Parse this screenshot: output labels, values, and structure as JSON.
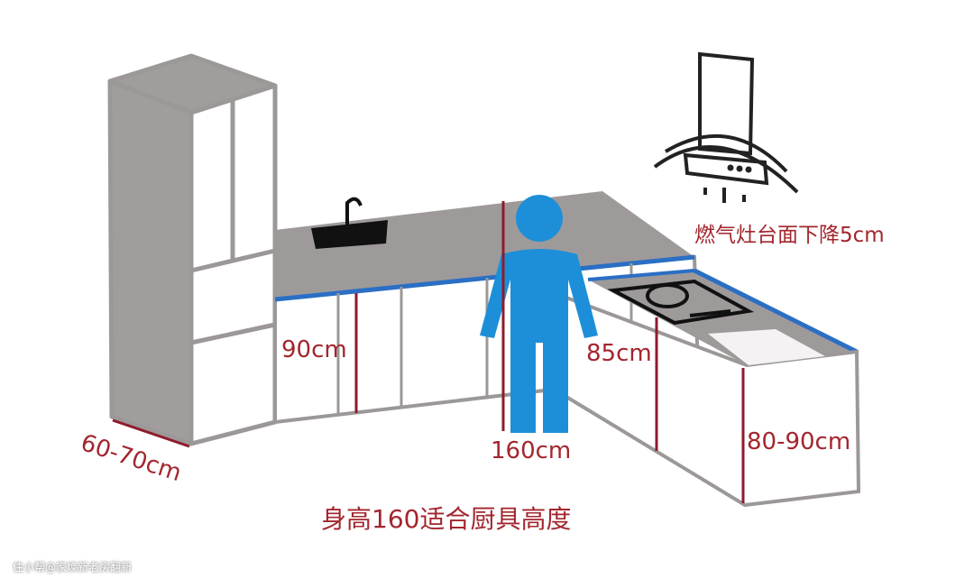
{
  "labels": {
    "fridge_depth": "60-70cm",
    "sink_counter_height": "90cm",
    "person_height": "160cm",
    "stove_counter_height": "85cm",
    "right_counter_height": "80-90cm",
    "stove_note": "燃气灶台面下降5cm",
    "caption": "身高160适合厨具高度"
  },
  "watermark": "住小帮@家焕新老房翻新",
  "colors": {
    "label_red": "#a3262e",
    "person_blue": "#1d8fd8",
    "cabinet_grey": "#a29d9d",
    "dimension_line": "#8e1b2c",
    "counter_edge_blue": "#2a6fc4"
  }
}
